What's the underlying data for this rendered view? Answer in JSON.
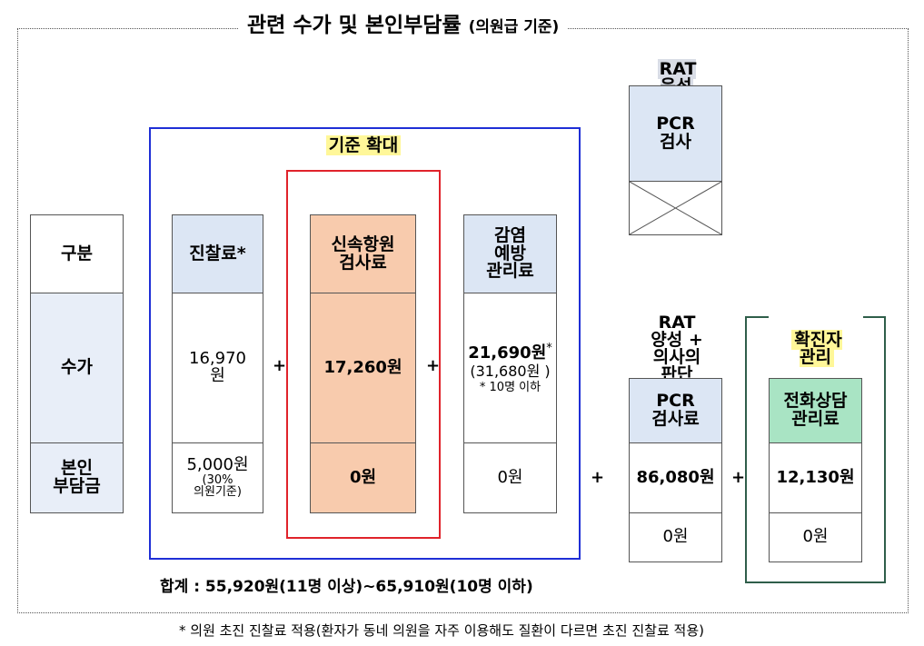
{
  "title": {
    "main": "관련 수가 및 본인부담률",
    "sub": "(의원급 기준)"
  },
  "row_labels": {
    "category": "구분",
    "fee": "수가",
    "copay": "본인\n부담금"
  },
  "consult": {
    "header": "진찰료*",
    "fee": "16,970\n원",
    "copay": "5,000원",
    "copay_note": "(30%\n의원기준)"
  },
  "expand_label": "기준 확대",
  "rapid_test": {
    "header": "신속항원\n검사료",
    "fee": "17,260원",
    "copay": "0원"
  },
  "prevention": {
    "header": "감염\n예방\n관리료",
    "fee": "21,690원",
    "fee_mark": "*",
    "fee_alt": "(31,680원 )",
    "fee_note": "* 10명 이하",
    "copay": "0원"
  },
  "rat_negative": {
    "label": "RAT\n음성",
    "box": "PCR\n검사"
  },
  "rat_positive": {
    "label": "RAT\n양성 +\n의사의\n판단",
    "header": "PCR\n검사료",
    "fee": "86,080원",
    "copay": "0원"
  },
  "confirmed": {
    "label": "확진자\n관리",
    "header": "전화상담\n관리료",
    "fee": "12,130원",
    "copay": "0원"
  },
  "plus_sign": "+",
  "total": "합계 : 55,920원(11명 이상)~65,910원(10명 이하)",
  "footnote": "* 의원 초진 진찰료 적용(환자가 동네 의원을 자주 이용해도 질환이 다르면 초진 진찰료 적용)",
  "colors": {
    "blue_border": "#1f2fd6",
    "red_border": "#e0232b",
    "green_border": "#2f5e4a",
    "peach": "#f8cbad",
    "mint": "#a9e4c4",
    "pale_blue": "#dce6f4",
    "highlight": "#fff799"
  }
}
